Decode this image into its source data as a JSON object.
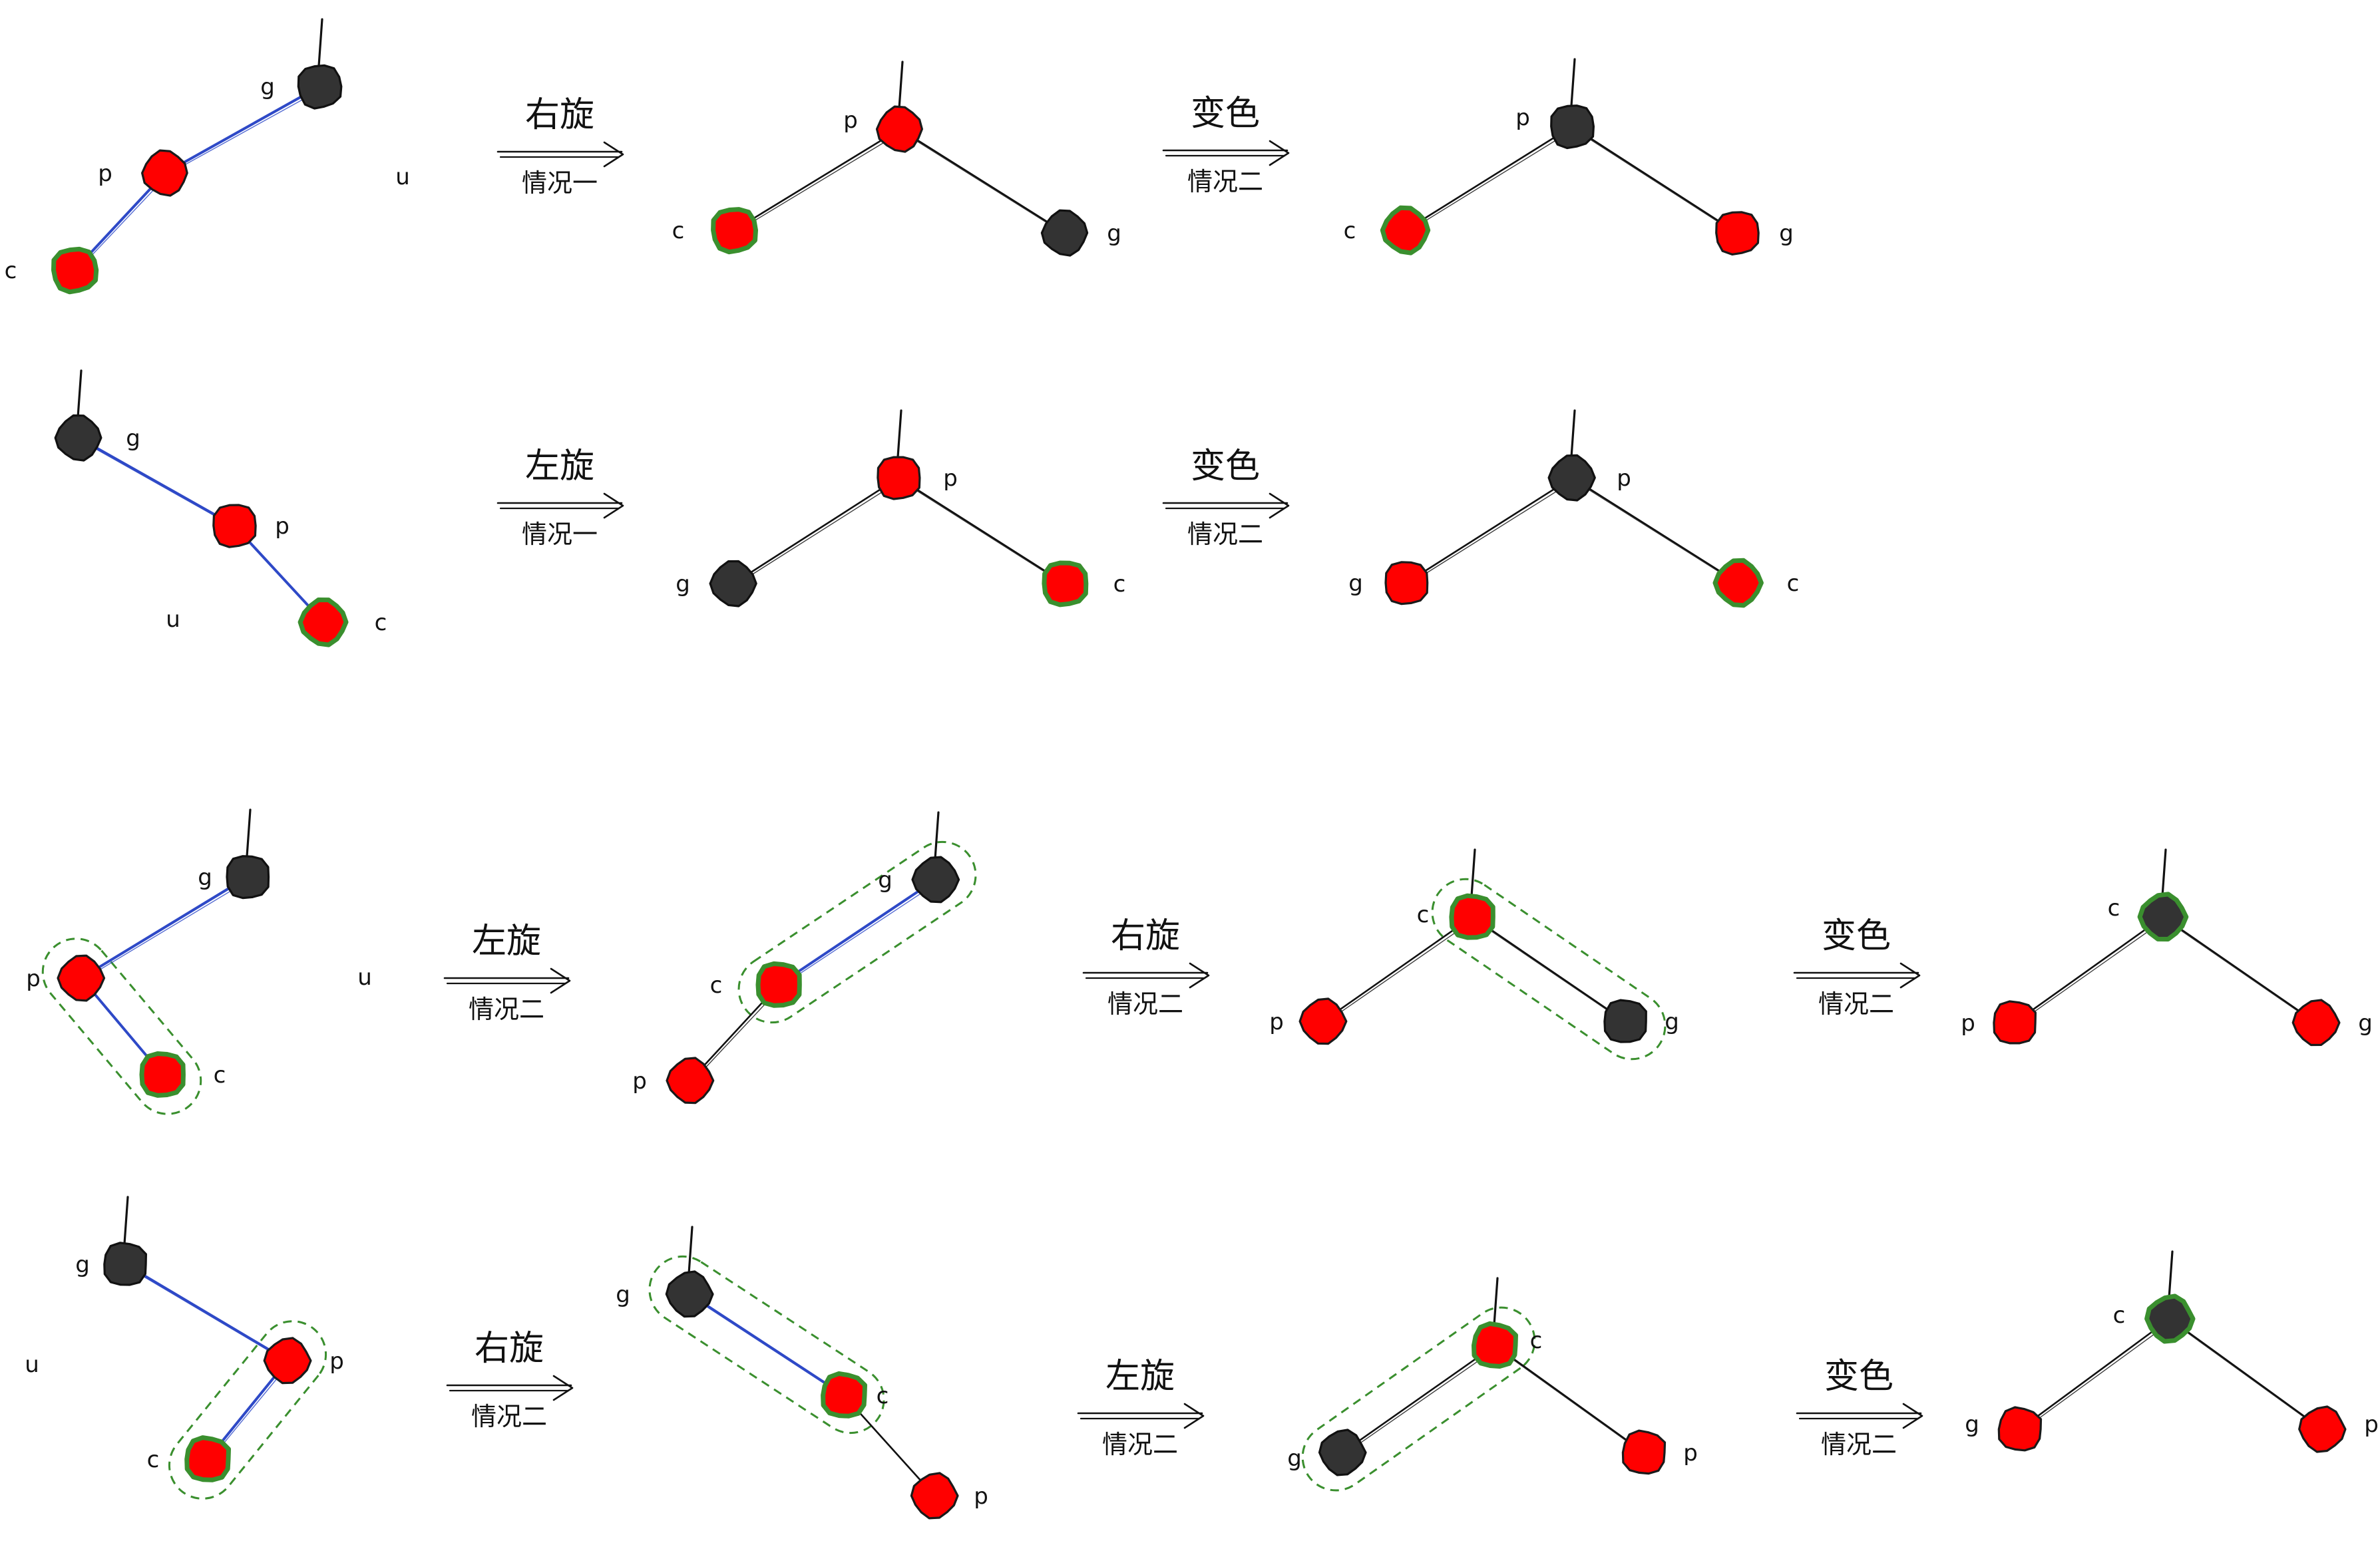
{
  "colors": {
    "red_node": "#ff0000",
    "black_node": "#333333",
    "new_node_ring": "#3a8f2e",
    "rotated_edge": "#2e49c7",
    "edge": "#111111",
    "highlight_dash": "#3a8f2e"
  },
  "labels": {
    "g": "g",
    "p": "p",
    "c": "c",
    "u": "u",
    "rotate_right": "右旋",
    "rotate_left": "左旋",
    "recolor": "变色",
    "case_one": "情况一",
    "case_two": "情况二"
  },
  "rows": [
    {
      "id": "row-1",
      "transitions": [
        {
          "operation": "rotate_right",
          "case": "case_one"
        },
        {
          "operation": "recolor",
          "case": "case_two"
        }
      ]
    },
    {
      "id": "row-2",
      "transitions": [
        {
          "operation": "rotate_left",
          "case": "case_one"
        },
        {
          "operation": "recolor",
          "case": "case_two"
        }
      ]
    },
    {
      "id": "row-3",
      "transitions": [
        {
          "operation": "rotate_left",
          "case": "case_two"
        },
        {
          "operation": "rotate_right",
          "case": "case_two"
        },
        {
          "operation": "recolor",
          "case": "case_two"
        }
      ]
    },
    {
      "id": "row-4",
      "transitions": [
        {
          "operation": "rotate_right",
          "case": "case_two"
        },
        {
          "operation": "rotate_left",
          "case": "case_two"
        },
        {
          "operation": "recolor",
          "case": "case_two"
        }
      ]
    }
  ]
}
